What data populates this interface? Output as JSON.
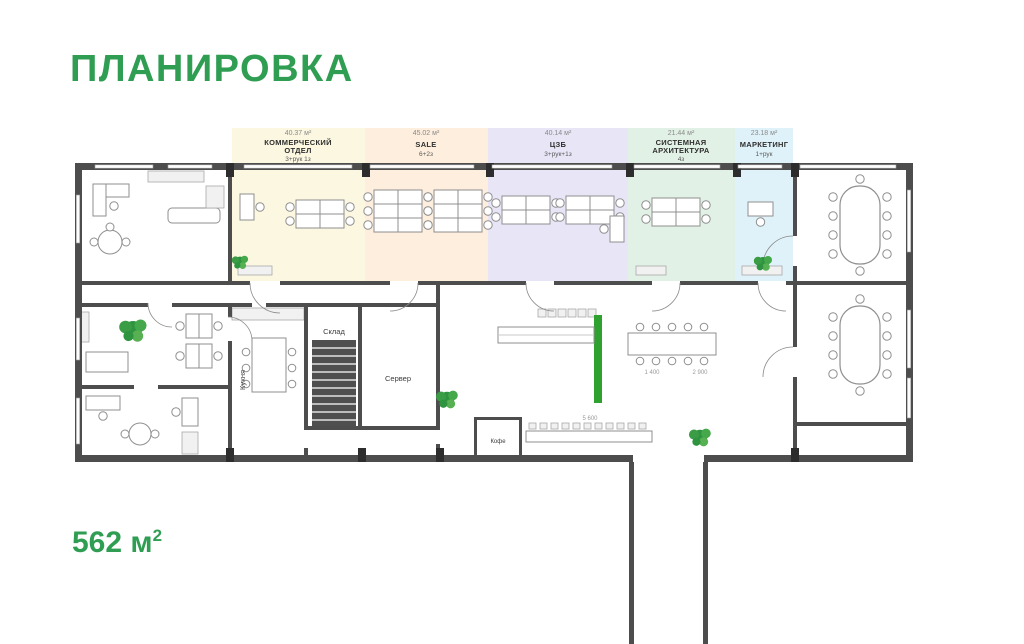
{
  "page": {
    "title": "ПЛАНИРОВКА",
    "total_area": "562 м",
    "total_area_sup": "2"
  },
  "colors": {
    "brand_green": "#2f9e53",
    "wall": "#4d4d4d",
    "accent_green": "#2ea12e"
  },
  "zones": [
    {
      "id": "commercial",
      "area": "40.37 м²",
      "name_line1": "КОММЕРЧЕСКИЙ",
      "name_line2": "ОТДЕЛ",
      "capacity": "3+рук 1з",
      "color": "#fbf7e1"
    },
    {
      "id": "sale",
      "area": "45.02 м²",
      "name_line1": "SALE",
      "name_line2": "",
      "capacity": "6+2з",
      "color": "#fdeedd"
    },
    {
      "id": "czb",
      "area": "40.14 м²",
      "name_line1": "ЦЗБ",
      "name_line2": "",
      "capacity": "3+рук+1з",
      "color": "#e8e5f6"
    },
    {
      "id": "sys-arch",
      "area": "21.44 м²",
      "name_line1": "СИСТЕМНАЯ",
      "name_line2": "АРХИТЕКТУРА",
      "capacity": "4з",
      "color": "#e2f1e6"
    },
    {
      "id": "marketing",
      "area": "23.18 м²",
      "name_line1": "МАРКЕТИНГ",
      "name_line2": "",
      "capacity": "1+рук",
      "color": "#e0f2f9"
    }
  ],
  "rooms": {
    "kitchen": "Кухня",
    "storage": "Склад",
    "server": "Сервер",
    "coffee": "Кофе"
  },
  "dimensions": {
    "d1": "1 400",
    "d2": "2 900",
    "d3": "5 600"
  }
}
